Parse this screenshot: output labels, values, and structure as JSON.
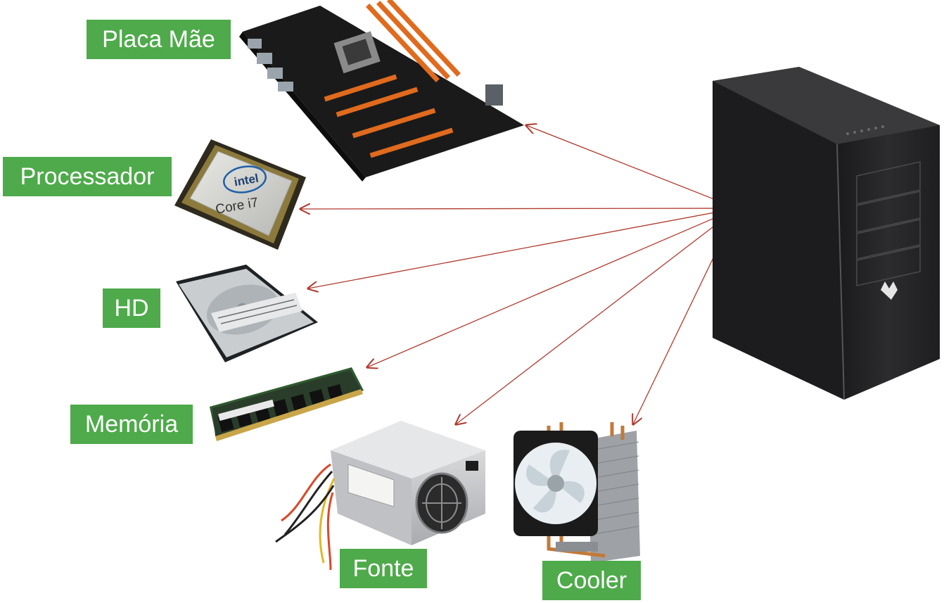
{
  "components": [
    {
      "id": "motherboard",
      "label": "Placa Mãe"
    },
    {
      "id": "cpu",
      "label": "Processador"
    },
    {
      "id": "hd",
      "label": "HD"
    },
    {
      "id": "ram",
      "label": "Memória"
    },
    {
      "id": "psu",
      "label": "Fonte"
    },
    {
      "id": "cooler",
      "label": "Cooler"
    }
  ],
  "cpu_chip": {
    "brand": "intel",
    "model": "Core i7"
  },
  "colors": {
    "label_background": "#4eaa4a",
    "label_text": "#ffffff",
    "arrow": "#b03a2e",
    "case": "#2a2a2c"
  }
}
